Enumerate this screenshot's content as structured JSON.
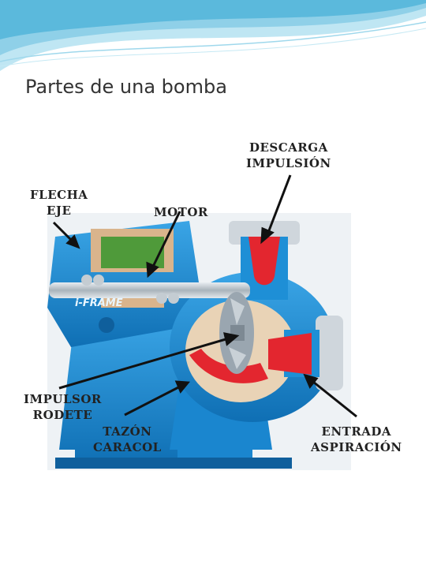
{
  "slide": {
    "title": "Partes de una bomba"
  },
  "colors": {
    "header_wave_light": "#9fd8ec",
    "header_wave_dark": "#3aa9d2",
    "pump_casing_blue": "#1e8fd6",
    "pump_casing_dark": "#0f5f9c",
    "flange_grey": "#cfd6dc",
    "flow_red": "#e3262f",
    "shaft_silver": "#b9c2c9",
    "motor_green": "#4f9a3a",
    "label_text": "#222222"
  },
  "diagram": {
    "casting_text": "i-FRAME",
    "labels": {
      "discharge": {
        "line1": "DESCARGA",
        "line2": "IMPULSIÓN"
      },
      "shaft": {
        "line1": "FLECHA",
        "line2": "EJE"
      },
      "motor": {
        "line1": "MOTOR"
      },
      "impeller": {
        "line1": "IMPULSOR",
        "line2": "RODETE"
      },
      "volute": {
        "line1": "TAZÓN",
        "line2": "CARACOL"
      },
      "inlet": {
        "line1": "ENTRADA",
        "line2": "ASPIRACIÓN"
      }
    }
  }
}
